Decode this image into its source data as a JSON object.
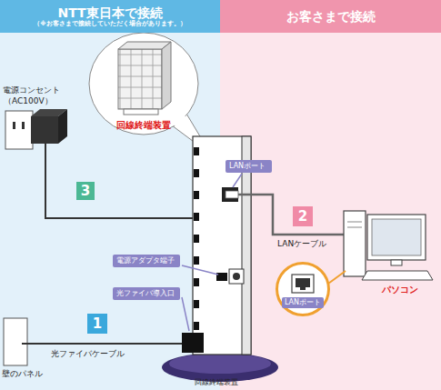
{
  "diagram": {
    "nodes": [
      {
        "text": [
          "NTT東日本で接続",
          "（※お客さまで接続していただく場合があります。）"
        ]
      },
      {
        "text": [
          "お客さまで接続"
        ]
      },
      {
        "text": [
          "LANポート"
        ]
      },
      {
        "text": [
          "3"
        ]
      },
      {
        "text": [
          "2"
        ]
      },
      {
        "text": [
          "電源アダプタ端子"
        ]
      },
      {
        "text": [
          "光ファイバ導入口"
        ]
      },
      {
        "text": [
          "LANポート"
        ]
      },
      {
        "text": [
          "1"
        ]
      }
    ],
    "labels": [
      "電源コンセント",
      "（AC100V）",
      "回線終端装置",
      "LANケーブル",
      "パソコン",
      "光ファイバケーブル",
      "壁のパネル",
      "回線終端装置"
    ]
  }
}
